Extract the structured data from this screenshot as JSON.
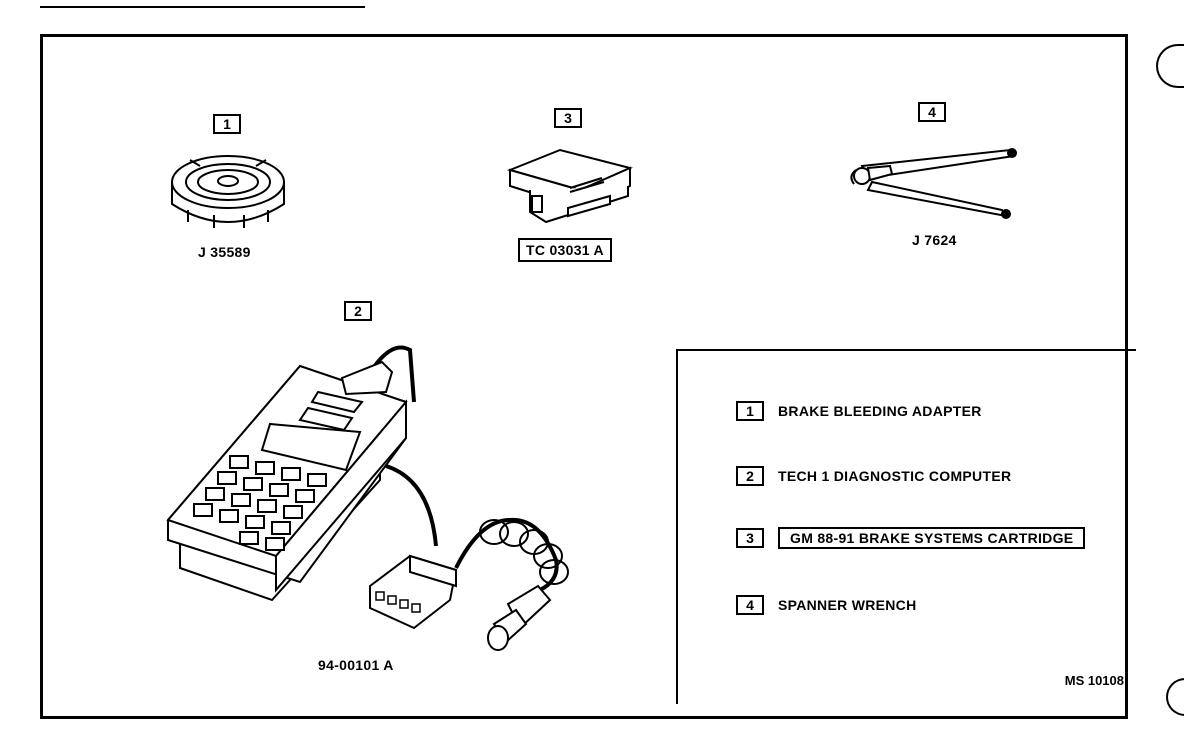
{
  "items": [
    {
      "number": "1",
      "part_no": "J 35589",
      "description": "BRAKE BLEEDING ADAPTER"
    },
    {
      "number": "2",
      "part_no": "94-00101 A",
      "description": "TECH 1 DIAGNOSTIC COMPUTER"
    },
    {
      "number": "3",
      "part_no": "TC 03031 A",
      "description": "GM 88-91 BRAKE SYSTEMS CARTRIDGE"
    },
    {
      "number": "4",
      "part_no": "J 7624",
      "description": "SPANNER WRENCH"
    }
  ],
  "figure_id": "MS 10108",
  "icons": [
    "brake-bleeding-adapter-icon",
    "tech1-computer-icon",
    "cartridge-icon",
    "spanner-wrench-icon"
  ]
}
